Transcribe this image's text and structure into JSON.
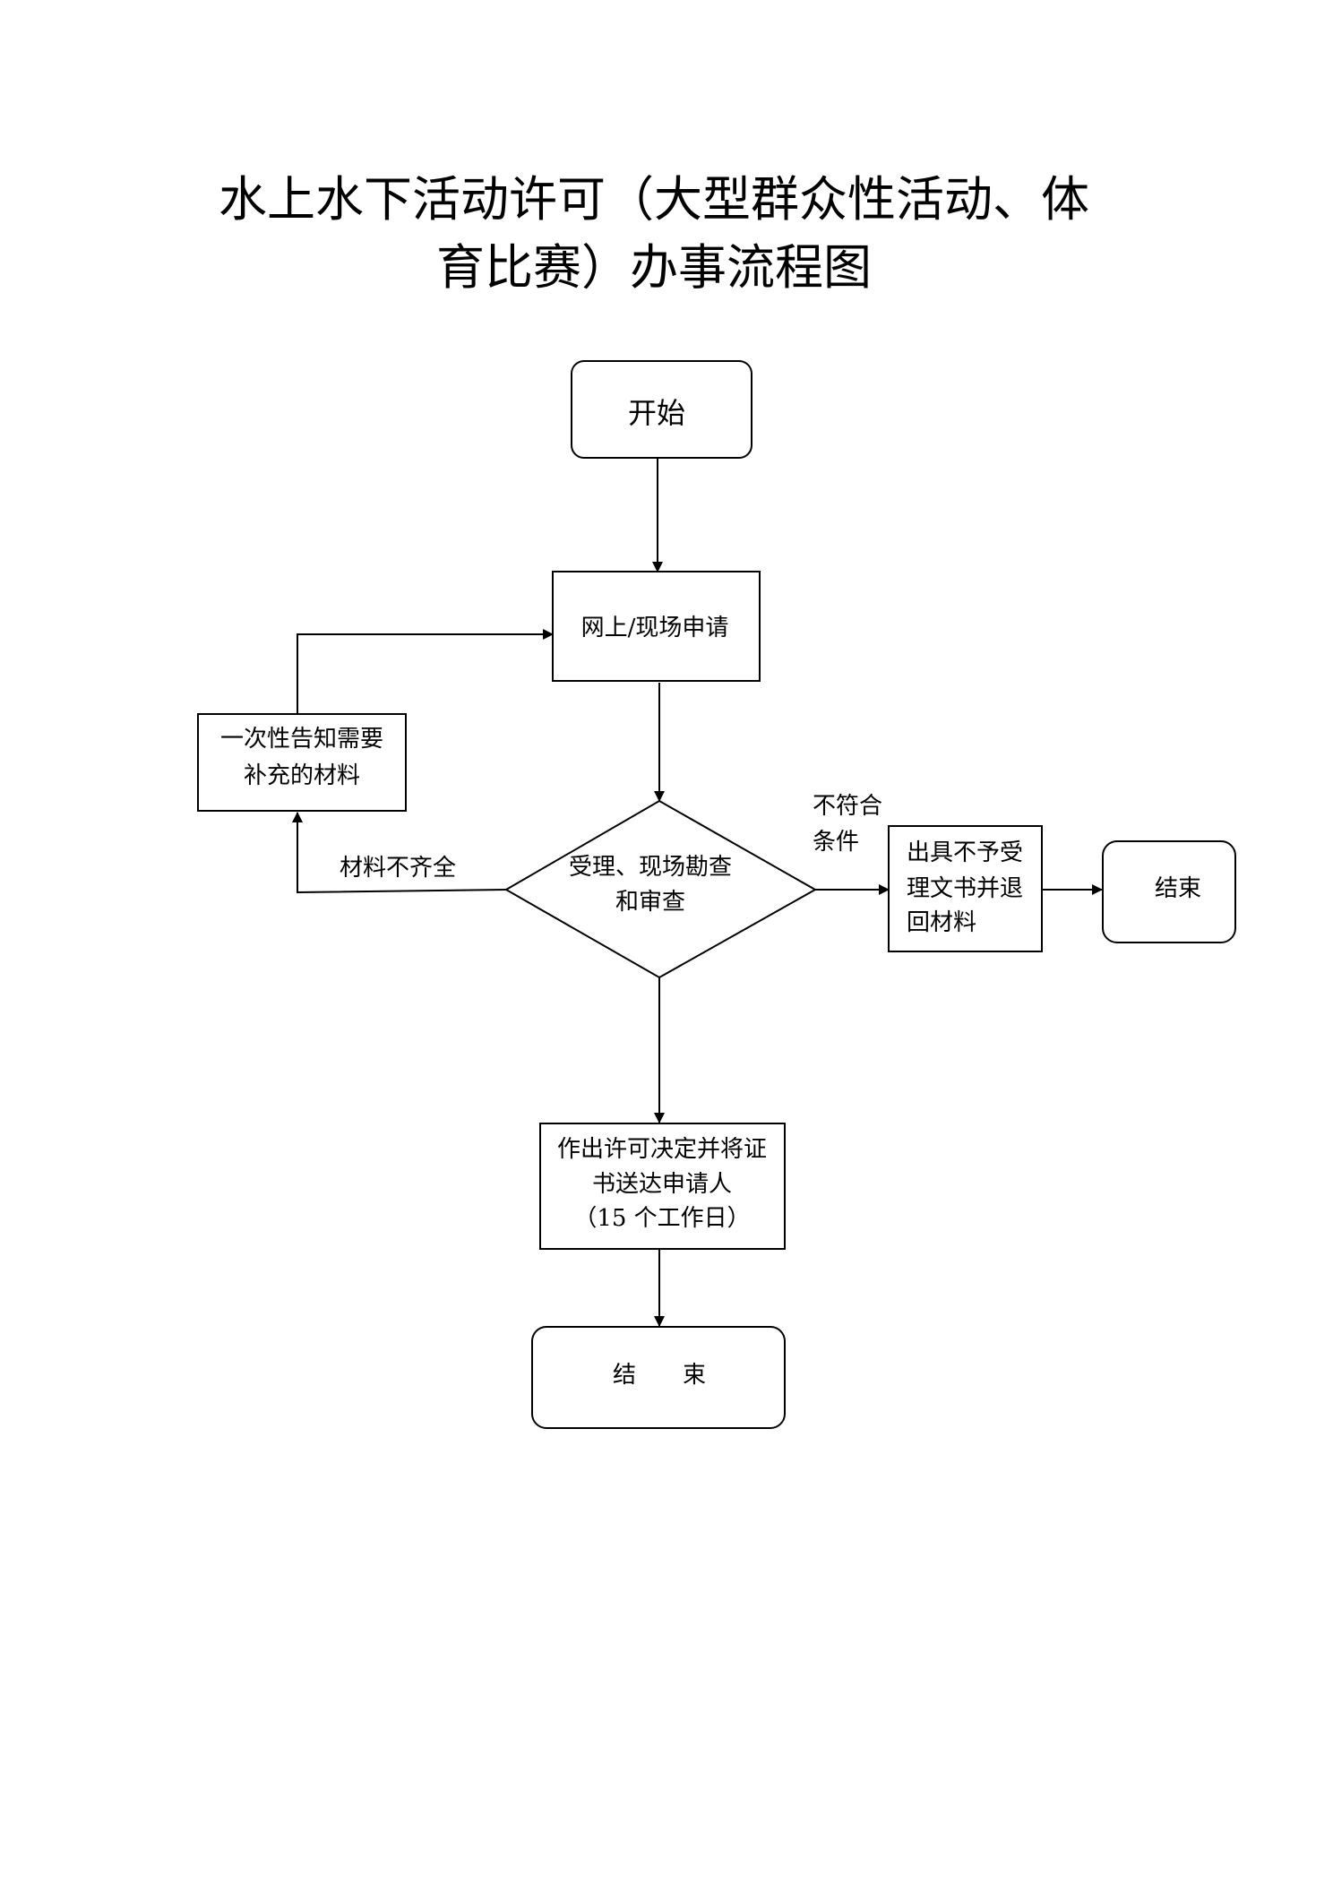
{
  "title": {
    "line1": "水上水下活动许可（大型群众性活动、体",
    "line2": "育比赛）办事流程图"
  },
  "nodes": {
    "start": "开始",
    "apply": "网上/现场申请",
    "supplement": [
      "一次性告知需要",
      "补充的材料"
    ],
    "review": [
      "受理、现场勘查",
      "和审查"
    ],
    "reject": [
      "出具不予受",
      "理文书并退",
      "回材料"
    ],
    "end_reject": "结束",
    "approve": [
      "作出许可决定并将证",
      "书送达申请人",
      "（15 个工作日）"
    ],
    "end_main": "结　　束"
  },
  "edge_labels": {
    "incomplete": "材料不齐全",
    "not_qualified": [
      "不符合",
      "条件"
    ]
  }
}
